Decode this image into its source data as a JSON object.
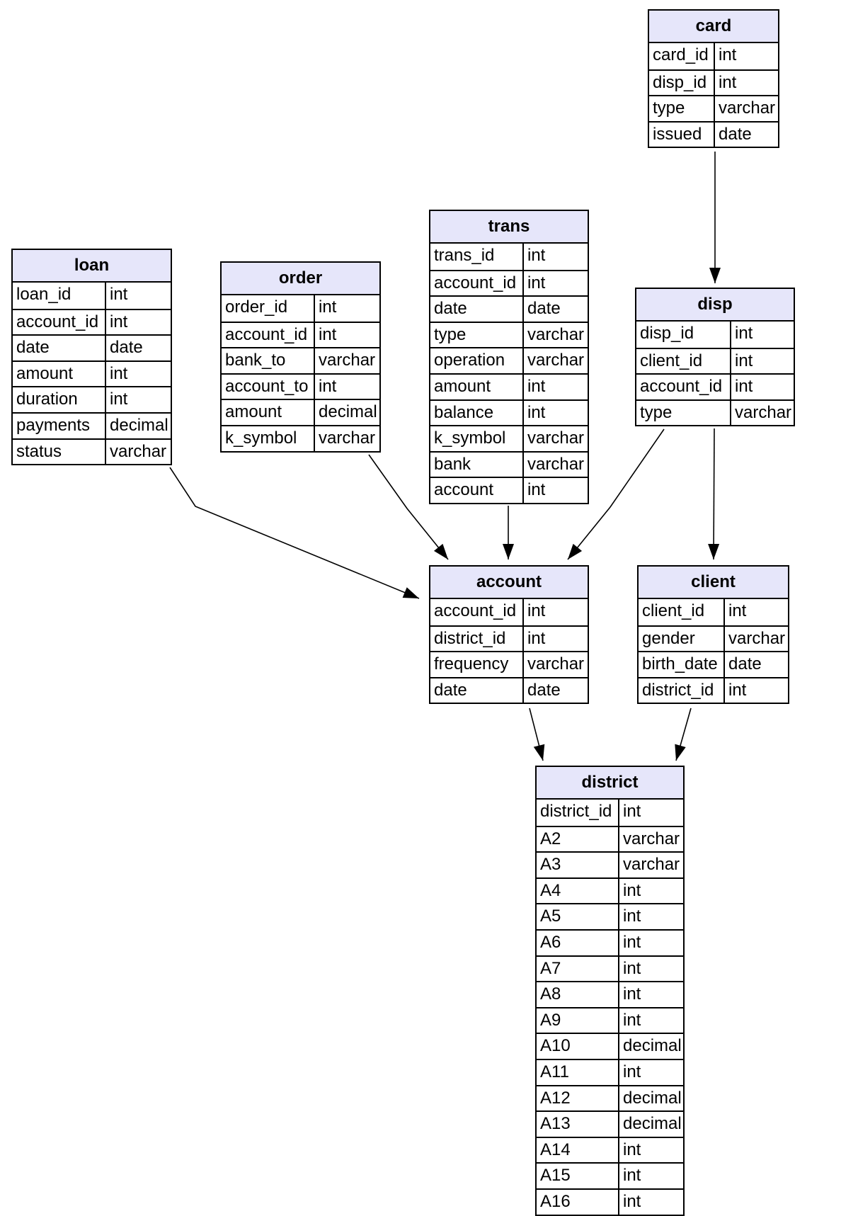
{
  "tables": {
    "card": {
      "title": "card",
      "rows": [
        {
          "name": "card_id",
          "type": "int"
        },
        {
          "name": "disp_id",
          "type": "int"
        },
        {
          "name": "type",
          "type": "varchar"
        },
        {
          "name": "issued",
          "type": "date"
        }
      ]
    },
    "loan": {
      "title": "loan",
      "rows": [
        {
          "name": "loan_id",
          "type": "int"
        },
        {
          "name": "account_id",
          "type": "int"
        },
        {
          "name": "date",
          "type": "date"
        },
        {
          "name": "amount",
          "type": "int"
        },
        {
          "name": "duration",
          "type": "int"
        },
        {
          "name": "payments",
          "type": "decimal"
        },
        {
          "name": "status",
          "type": "varchar"
        }
      ]
    },
    "order": {
      "title": "order",
      "rows": [
        {
          "name": "order_id",
          "type": "int"
        },
        {
          "name": "account_id",
          "type": "int"
        },
        {
          "name": "bank_to",
          "type": "varchar"
        },
        {
          "name": "account_to",
          "type": "int"
        },
        {
          "name": "amount",
          "type": "decimal"
        },
        {
          "name": "k_symbol",
          "type": "varchar"
        }
      ]
    },
    "trans": {
      "title": "trans",
      "rows": [
        {
          "name": "trans_id",
          "type": "int"
        },
        {
          "name": "account_id",
          "type": "int"
        },
        {
          "name": "date",
          "type": "date"
        },
        {
          "name": "type",
          "type": "varchar"
        },
        {
          "name": "operation",
          "type": "varchar"
        },
        {
          "name": "amount",
          "type": "int"
        },
        {
          "name": "balance",
          "type": "int"
        },
        {
          "name": "k_symbol",
          "type": "varchar"
        },
        {
          "name": "bank",
          "type": "varchar"
        },
        {
          "name": "account",
          "type": "int"
        }
      ]
    },
    "disp": {
      "title": "disp",
      "rows": [
        {
          "name": "disp_id",
          "type": "int"
        },
        {
          "name": "client_id",
          "type": "int"
        },
        {
          "name": "account_id",
          "type": "int"
        },
        {
          "name": "type",
          "type": "varchar"
        }
      ]
    },
    "account": {
      "title": "account",
      "rows": [
        {
          "name": "account_id",
          "type": "int"
        },
        {
          "name": "district_id",
          "type": "int"
        },
        {
          "name": "frequency",
          "type": "varchar"
        },
        {
          "name": "date",
          "type": "date"
        }
      ]
    },
    "client": {
      "title": "client",
      "rows": [
        {
          "name": "client_id",
          "type": "int"
        },
        {
          "name": "gender",
          "type": "varchar"
        },
        {
          "name": "birth_date",
          "type": "date"
        },
        {
          "name": "district_id",
          "type": "int"
        }
      ]
    },
    "district": {
      "title": "district",
      "rows": [
        {
          "name": "district_id",
          "type": "int"
        },
        {
          "name": "A2",
          "type": "varchar"
        },
        {
          "name": "A3",
          "type": "varchar"
        },
        {
          "name": "A4",
          "type": "int"
        },
        {
          "name": "A5",
          "type": "int"
        },
        {
          "name": "A6",
          "type": "int"
        },
        {
          "name": "A7",
          "type": "int"
        },
        {
          "name": "A8",
          "type": "int"
        },
        {
          "name": "A9",
          "type": "int"
        },
        {
          "name": "A10",
          "type": "decimal"
        },
        {
          "name": "A11",
          "type": "int"
        },
        {
          "name": "A12",
          "type": "decimal"
        },
        {
          "name": "A13",
          "type": "decimal"
        },
        {
          "name": "A14",
          "type": "int"
        },
        {
          "name": "A15",
          "type": "int"
        },
        {
          "name": "A16",
          "type": "int"
        }
      ]
    }
  },
  "relationships": [
    {
      "from": "card",
      "to": "disp"
    },
    {
      "from": "loan",
      "to": "account"
    },
    {
      "from": "order",
      "to": "account"
    },
    {
      "from": "trans",
      "to": "account"
    },
    {
      "from": "disp",
      "to": "account"
    },
    {
      "from": "disp",
      "to": "client"
    },
    {
      "from": "account",
      "to": "district"
    },
    {
      "from": "client",
      "to": "district"
    }
  ],
  "colors": {
    "header_fill": "#e6e6fa",
    "border": "#000000",
    "background": "#ffffff"
  }
}
